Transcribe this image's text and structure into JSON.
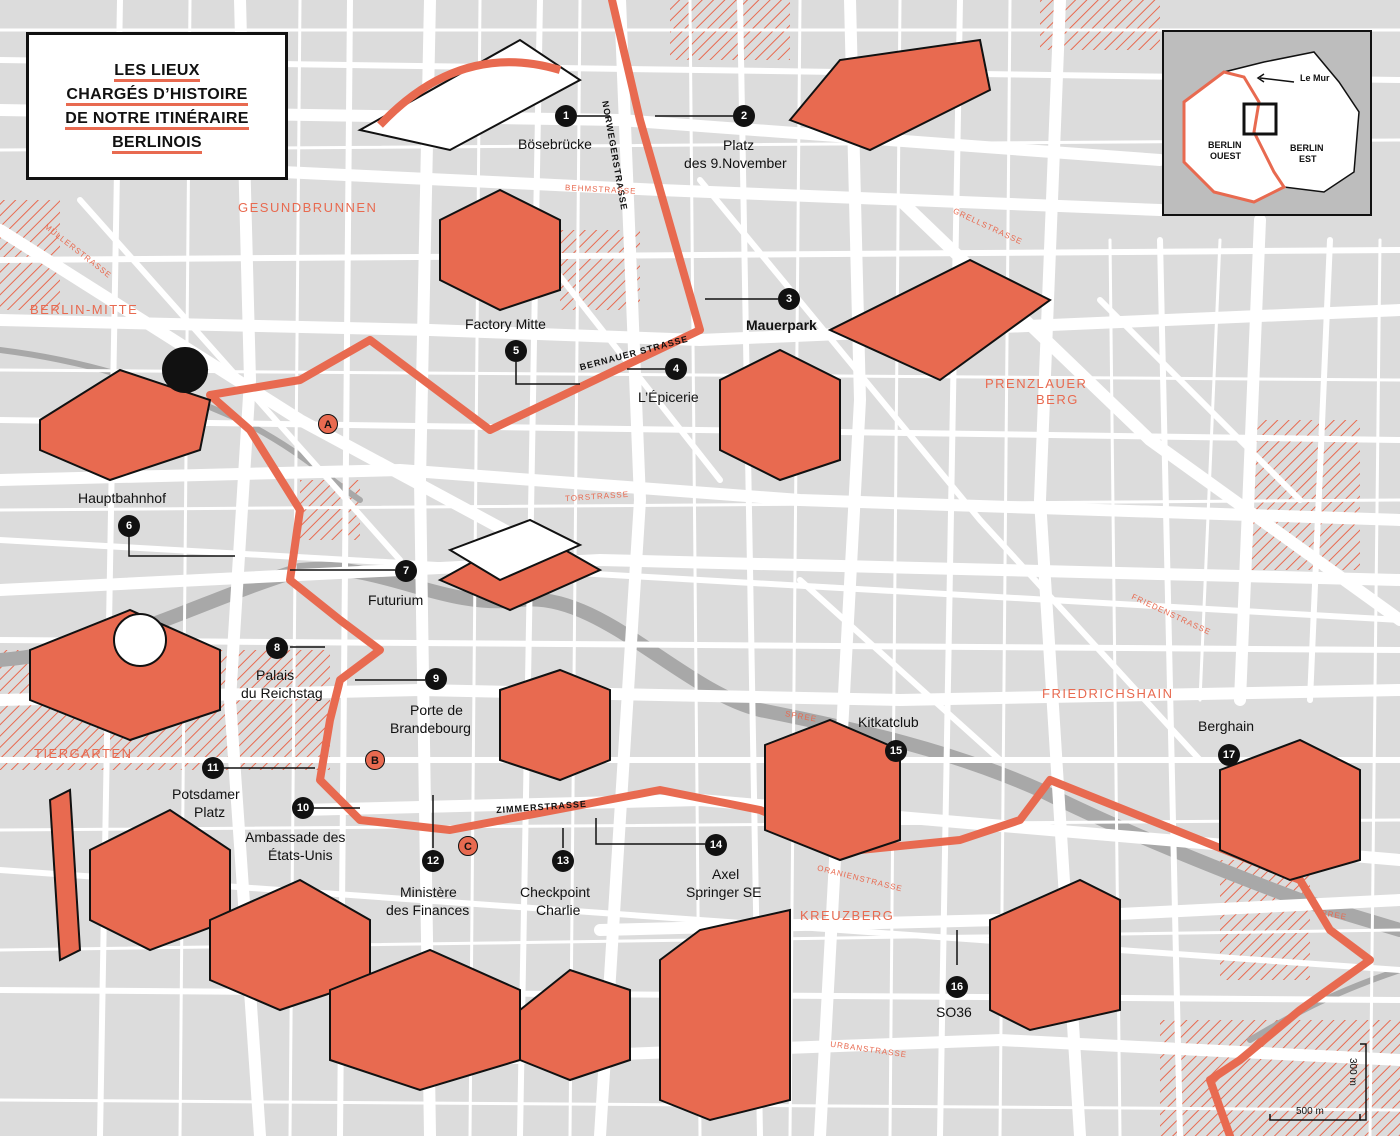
{
  "title_lines": [
    "LES LIEUX",
    "CHARGÉS D’HISTOIRE",
    "DE NOTRE ITINÉRAIRE",
    "BERLINOIS"
  ],
  "districts": {
    "gesundbrunnen": "GESUNDBRUNNEN",
    "berlin_mitte": "BERLIN-MITTE",
    "prenzlauer": "PRENZLAUER",
    "berg": "BERG",
    "tiergarten": "TIERGARTEN",
    "friedrichshain": "FRIEDRICHSHAIN",
    "kreuzberg": "KREUZBERG"
  },
  "streets": {
    "norweger": "NORWEGERSTRASSE",
    "behm": "BEHMSTRASSE",
    "mueller": "MÜLLERSTRASSE",
    "grell": "GRELLSTRASSE",
    "bernauer": "BERNAUER STRASSE",
    "tor": "TORSTRASSE",
    "frieden": "FRIEDENSTRASSE",
    "spree1": "SPREE",
    "spree2": "SPREE",
    "zimmer": "ZIMMERSTRASSE",
    "oranien": "ORANIENSTRASSE",
    "urban": "URBANSTRASSE"
  },
  "places": [
    {
      "num": "1",
      "name": "Bösebrücke"
    },
    {
      "num": "2",
      "name": "Platz des 9.November"
    },
    {
      "num": "3",
      "name": "Mauerpark"
    },
    {
      "num": "4",
      "name": "L’Épicerie"
    },
    {
      "num": "5",
      "name": "Factory Mitte"
    },
    {
      "num": "6",
      "name": "Hauptbahnhof"
    },
    {
      "num": "7",
      "name": "Futurium"
    },
    {
      "num": "8",
      "name": "Palais du Reichstag"
    },
    {
      "num": "9",
      "name": "Porte de Brandebourg"
    },
    {
      "num": "10",
      "name": "Ambassade des États-Unis"
    },
    {
      "num": "11",
      "name": "Potsdamer Platz"
    },
    {
      "num": "12",
      "name": "Ministère des Finances"
    },
    {
      "num": "13",
      "name": "Checkpoint Charlie"
    },
    {
      "num": "14",
      "name": "Axel Springer SE"
    },
    {
      "num": "15",
      "name": "Kitkatclub"
    },
    {
      "num": "16",
      "name": "SO36"
    },
    {
      "num": "17",
      "name": "Berghain"
    }
  ],
  "label_lines": {
    "p2a": "Platz",
    "p2b": "des 9.November",
    "p8a": "Palais",
    "p8b": "du Reichstag",
    "p9a": "Porte de",
    "p9b": "Brandebourg",
    "p10a": "Ambassade des",
    "p10b": "États-Unis",
    "p11a": "Potsdamer",
    "p11b": "Platz",
    "p12a": "Ministère",
    "p12b": "des Finances",
    "p13a": "Checkpoint",
    "p13b": "Charlie",
    "p14a": "Axel",
    "p14b": "Springer SE"
  },
  "route_markers": [
    "A",
    "B",
    "C"
  ],
  "inset": {
    "le_mur": "Le Mur",
    "berlin_ouest_1": "BERLIN",
    "berlin_ouest_2": "OUEST",
    "berlin_est_1": "BERLIN",
    "berlin_est_2": "EST"
  },
  "scale": {
    "horizontal": "500 m",
    "vertical": "300 m"
  },
  "colors": {
    "wall": "#e86a50",
    "road": "#ffffff",
    "background": "#dcdcdc",
    "building": "#e86a50",
    "ink": "#111111"
  }
}
